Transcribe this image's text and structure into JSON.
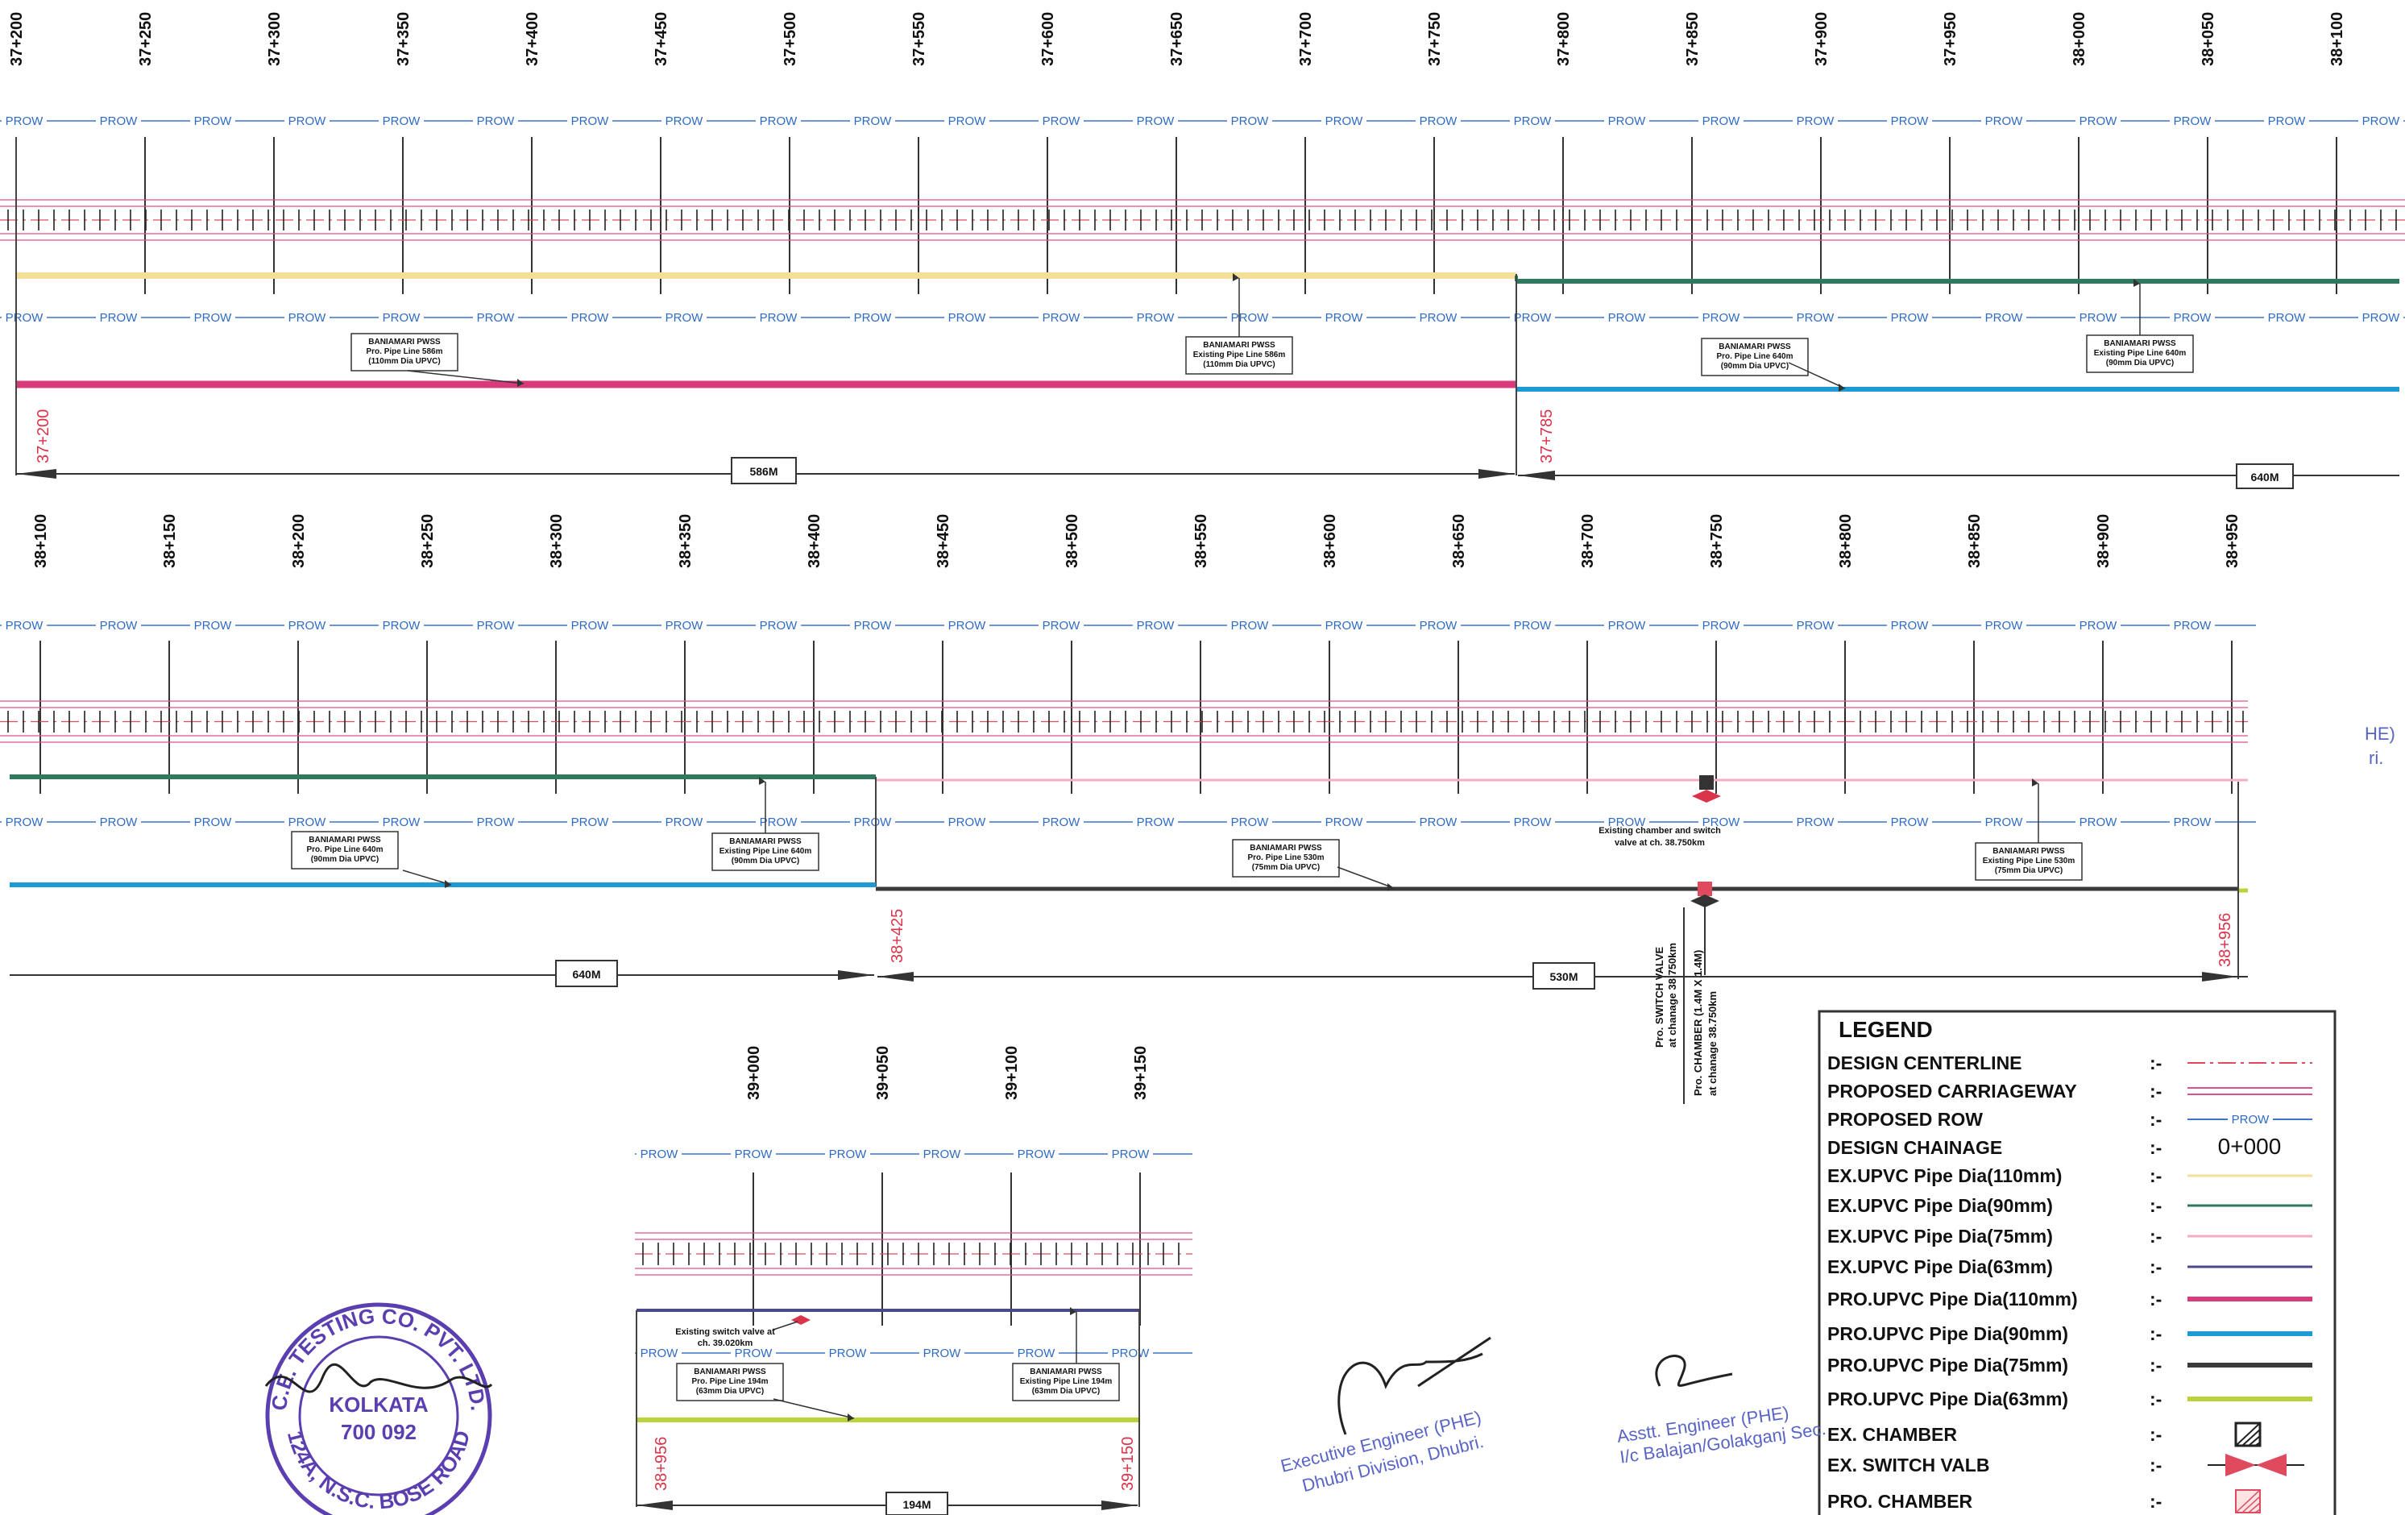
{
  "prow_label": "PROW",
  "colors": {
    "centerline": "#e04a5f",
    "carriageway": "#e0528a",
    "row_line": "#3b74c9",
    "ex_110": "#f4df97",
    "ex_90": "#2f7a5e",
    "ex_75": "#f2aec3",
    "ex_63": "#4a4a8a",
    "pro_110": "#d83a7c",
    "pro_90": "#1d9ad6",
    "pro_75": "#3a3a3a",
    "pro_63": "#b8d43a",
    "stamp_blue": "#5964c7",
    "seal_purple": "#5b3fb0"
  },
  "strip1": {
    "chainages": [
      "37+200",
      "37+250",
      "37+300",
      "37+350",
      "37+400",
      "37+450",
      "37+500",
      "37+550",
      "37+600",
      "37+650",
      "37+700",
      "37+750",
      "37+800",
      "37+850",
      "37+900",
      "37+950",
      "38+000",
      "38+050",
      "38+100"
    ],
    "start_label": "37+200",
    "split_label": "37+785",
    "dim_left": "586M",
    "dim_right": "640M",
    "boxes": [
      [
        "BANIAMARI PWSS",
        "Pro. Pipe Line 586m",
        "(110mm Dia UPVC)"
      ],
      [
        "BANIAMARI PWSS",
        "Existing Pipe Line 586m",
        "(110mm Dia UPVC)"
      ],
      [
        "BANIAMARI PWSS",
        "Pro. Pipe Line 640m",
        "(90mm Dia UPVC)"
      ],
      [
        "BANIAMARI PWSS",
        "Existing Pipe Line 640m",
        "(90mm Dia UPVC)"
      ]
    ]
  },
  "strip2": {
    "chainages": [
      "38+100",
      "38+150",
      "38+200",
      "38+250",
      "38+300",
      "38+350",
      "38+400",
      "38+450",
      "38+500",
      "38+550",
      "38+600",
      "38+650",
      "38+700",
      "38+750",
      "38+800",
      "38+850",
      "38+900",
      "38+950"
    ],
    "split_label": "38+425",
    "end_label": "38+956",
    "dim_left": "640M",
    "dim_right": "530M",
    "chamber_note": [
      "Existing chamber and switch",
      "valve at ch. 38.750km"
    ],
    "switch_valve": [
      "Pro. SWITCH VALVE",
      "at chanage 38.750km"
    ],
    "pro_chamber": [
      "Pro. CHAMBER (1.4M X 1.4M)",
      "at chanage 38.750km"
    ],
    "boxes": [
      [
        "BANIAMARI PWSS",
        "Pro. Pipe Line 640m",
        "(90mm Dia UPVC)"
      ],
      [
        "BANIAMARI PWSS",
        "Existing Pipe Line 640m",
        "(90mm Dia UPVC)"
      ],
      [
        "BANIAMARI PWSS",
        "Pro. Pipe Line 530m",
        "(75mm Dia UPVC)"
      ],
      [
        "BANIAMARI PWSS",
        "Existing Pipe Line 530m",
        "(75mm Dia UPVC)"
      ]
    ]
  },
  "strip3": {
    "chainages": [
      "39+000",
      "39+050",
      "39+100",
      "39+150"
    ],
    "start_label": "38+956",
    "end_label": "39+150",
    "dim": "194M",
    "switch_note": [
      "Existing switch valve at",
      "ch. 39.020km"
    ],
    "boxes": [
      [
        "BANIAMARI PWSS",
        "Pro. Pipe Line 194m",
        "(63mm Dia UPVC)"
      ],
      [
        "BANIAMARI PWSS",
        "Existing Pipe Line 194m",
        "(63mm Dia UPVC)"
      ]
    ]
  },
  "legend": {
    "title": "LEGEND",
    "sep": ":-",
    "chainage_sample": "0+000",
    "items": [
      "DESIGN CENTERLINE",
      "PROPOSED CARRIAGEWAY",
      "PROPOSED ROW",
      "DESIGN CHAINAGE",
      "EX.UPVC Pipe Dia(110mm)",
      "EX.UPVC Pipe Dia(90mm)",
      "EX.UPVC Pipe Dia(75mm)",
      "EX.UPVC Pipe Dia(63mm)",
      "PRO.UPVC Pipe Dia(110mm)",
      "PRO.UPVC Pipe Dia(90mm)",
      "PRO.UPVC Pipe Dia(75mm)",
      "PRO.UPVC Pipe Dia(63mm)",
      "EX.  CHAMBER",
      "EX.  SWITCH VALB",
      "PRO. CHAMBER"
    ]
  },
  "seal": {
    "ring_text": "C.E. TESTING CO. PVT. LTD.",
    "city": "KOLKATA",
    "pin": "700 092",
    "address": "124A, N.S.C. BOSE ROAD"
  },
  "stamps": {
    "exec_line1": "Executive Engineer (PHE)",
    "exec_line2": "Dhubri Division, Dhubri.",
    "asstt_line1": "Asstt. Engineer (PHE)",
    "asstt_line2": "I/c Balajan/Golakganj Sec.",
    "edge_text1": "HE)",
    "edge_text2": "ri."
  }
}
